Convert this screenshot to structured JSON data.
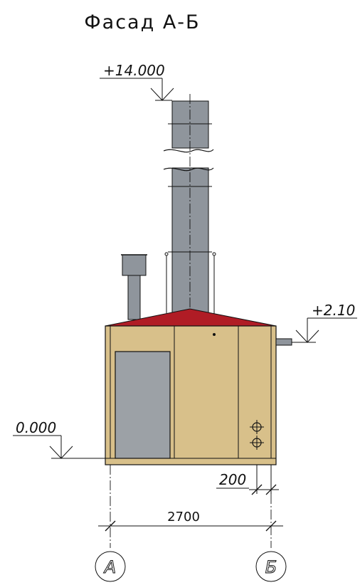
{
  "title": "Фасад А-Б",
  "levels": {
    "chimney_top": "+14.000",
    "pipe": "+2.10",
    "ground": "0.000"
  },
  "dimensions": {
    "offset": "200",
    "width": "2700"
  },
  "axes": {
    "left": "А",
    "right": "Б"
  },
  "colors": {
    "wall": "#d8c08a",
    "roof": "#b01c25",
    "metal": "#8f959c",
    "door": "#9ca1a6",
    "line": "#111111"
  }
}
